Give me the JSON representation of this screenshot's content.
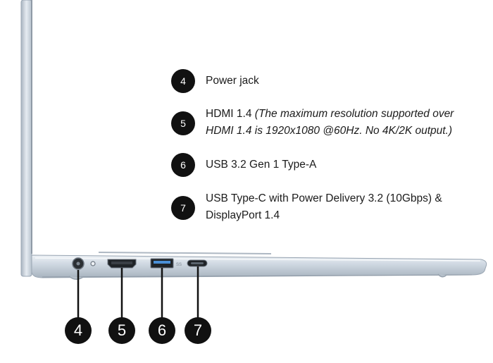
{
  "legend": [
    {
      "number": "4",
      "label": "Power jack",
      "note": ""
    },
    {
      "number": "5",
      "label": "HDMI 1.4",
      "note": "(The maximum resolution supported over",
      "note2": "HDMI 1.4 is 1920x1080 @60Hz. No 4K/2K output.)"
    },
    {
      "number": "6",
      "label": "USB 3.2 Gen 1 Type-A",
      "note": ""
    },
    {
      "number": "7",
      "label": "USB Type-C with Power Delivery 3.2 (10Gbps) &",
      "label2": "DisplayPort 1.4"
    }
  ],
  "callouts": [
    "4",
    "5",
    "6",
    "7"
  ],
  "colors": {
    "badge": "#111111",
    "badge_text": "#ffffff",
    "laptop_body": "#c9d3de",
    "laptop_edge": "#9aa6b3",
    "leader_line": "#111111"
  },
  "icons": [
    "laptop-side-illustration",
    "power-jack-port",
    "hdmi-port",
    "usb-a-port",
    "usb-c-port"
  ]
}
